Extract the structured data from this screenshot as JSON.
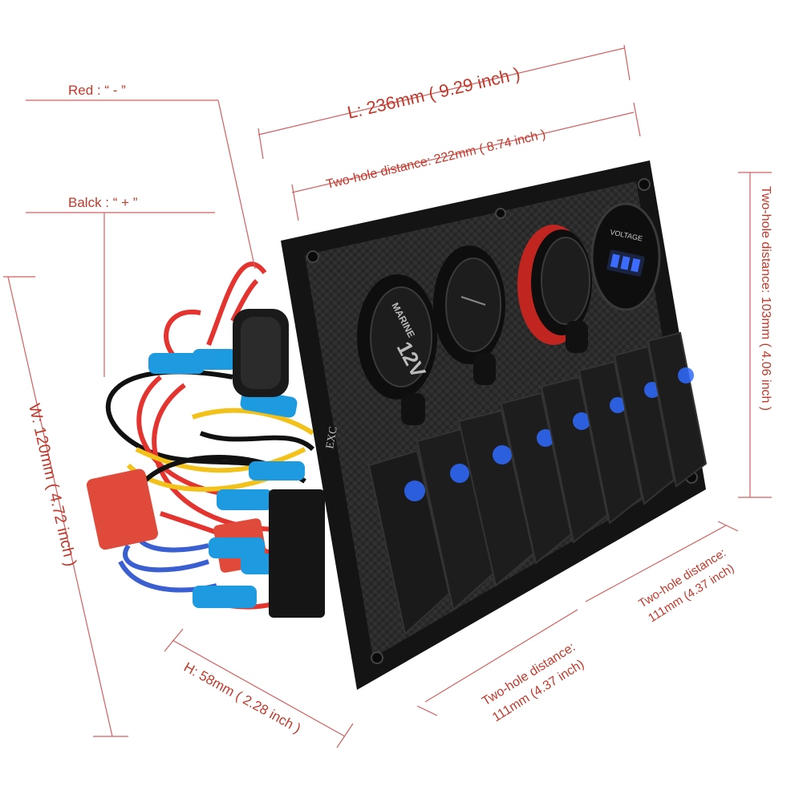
{
  "labels": {
    "red_wire": "Red :  “ - ”",
    "black_wire": "Balck :  “ + ”",
    "length": "L: 236mm ( 9.29 inch )",
    "two_hole_top": "Two-hole distance: 222mm ( 8.74 inch )",
    "two_hole_right": "Two-hole distance: 103mm ( 4.06 inch )",
    "width": "W: 120mm ( 4.72 inch )",
    "height": "H: 58mm ( 2.28 inch )",
    "two_hole_bottom_left_1": "Two-hole distance:",
    "two_hole_bottom_left_2": "111mm (4.37 inch)",
    "two_hole_bottom_right_1": "Two-hole distance:",
    "two_hole_bottom_right_2": "111mm (4.37 inch)"
  },
  "device": {
    "brand_mark": "EXC",
    "socket_label_top": "MARINE",
    "socket_label_bottom": "12V",
    "voltmeter_label": "VOLTAGE"
  },
  "colors": {
    "dimension_text": "#c0392b",
    "panel": "#1b1b1b",
    "switch_led": "#2f6bff",
    "wire_red": "#e3342f",
    "wire_black": "#111111",
    "wire_yellow": "#f2c21b",
    "wire_blue": "#3a5fd0",
    "connector_blue": "#1e9be0",
    "fuse_red": "#e04a3a"
  }
}
